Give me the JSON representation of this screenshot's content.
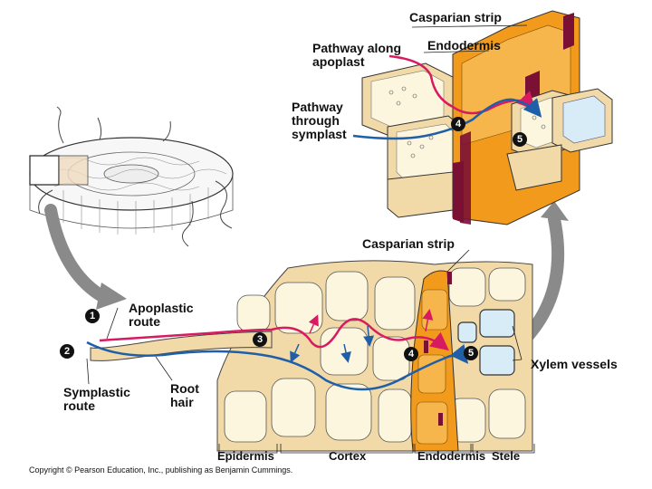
{
  "labels": {
    "casparian_top": "Casparian strip",
    "endodermis_top": "Endodermis",
    "pathway_apoplast": "Pathway along\napoplast",
    "pathway_symplast": "Pathway\nthrough\nsymplast",
    "casparian_mid": "Casparian strip",
    "apoplastic_route": "Apoplastic\nroute",
    "symplastic_route": "Symplastic\nroute",
    "root_hair": "Root\nhair",
    "xylem_vessels": "Xylem vessels",
    "epidermis": "Epidermis",
    "cortex": "Cortex",
    "endodermis_bottom": "Endodermis",
    "stele": "Stele"
  },
  "steps": [
    "1",
    "2",
    "3",
    "4",
    "5"
  ],
  "copyright": "Copyright © Pearson Education, Inc., publishing as Benjamin Cummings.",
  "colors": {
    "apoplast_path": "#d81b60",
    "symplast_path": "#1f5fa8",
    "cell_wall": "#f2d9a8",
    "cell_interior": "#fdf6df",
    "endodermis": "#f29a1c",
    "casparian_strip": "#7a1034",
    "xylem": "#d8ecf8",
    "arrow_gray": "#8a8a8a"
  }
}
